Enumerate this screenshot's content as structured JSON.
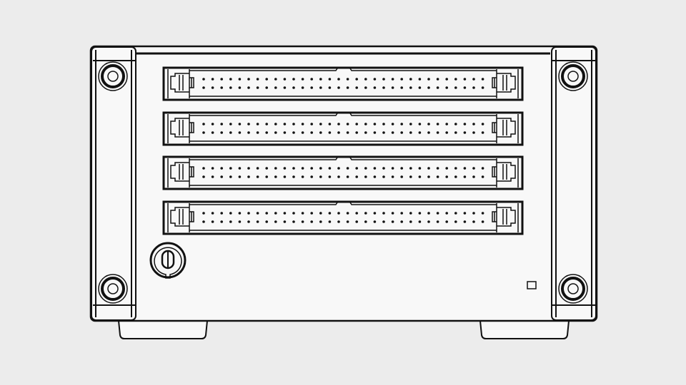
{
  "colors": {
    "background": "#ececec",
    "panel_fill": "#f8f8f8",
    "line": "#111111"
  },
  "device": {
    "connectors": [
      {
        "pins_per_row": 32,
        "rows": 2
      },
      {
        "pins_per_row": 32,
        "rows": 2
      },
      {
        "pins_per_row": 32,
        "rows": 2
      },
      {
        "pins_per_row": 32,
        "rows": 2
      }
    ],
    "icons": [
      "screw-icon",
      "key-lock-icon",
      "led-indicator-icon"
    ]
  }
}
